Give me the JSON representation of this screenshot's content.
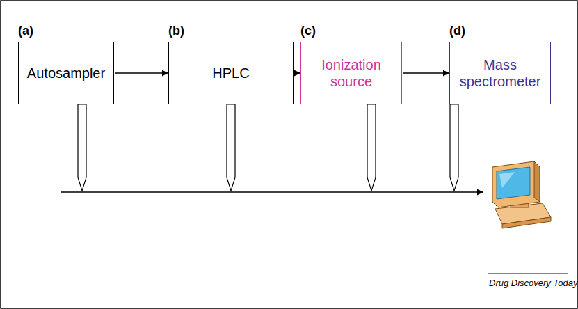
{
  "diagram": {
    "nodes": [
      {
        "text": [
          "(a)",
          "Autosampler"
        ]
      },
      {
        "text": [
          "(b)",
          "HPLC"
        ]
      },
      {
        "text": [
          "(c)",
          "Ionization source"
        ]
      },
      {
        "text": [
          "(d)",
          "Mass spectrometer"
        ]
      }
    ],
    "edges": [
      {
        "from": 0,
        "to": 1,
        "arrow": "to"
      },
      {
        "from": 1,
        "to": 2,
        "arrow": "to"
      },
      {
        "from": 2,
        "to": 3,
        "arrow": "to"
      }
    ],
    "labels": [
      "Drug Discovery Today"
    ]
  }
}
